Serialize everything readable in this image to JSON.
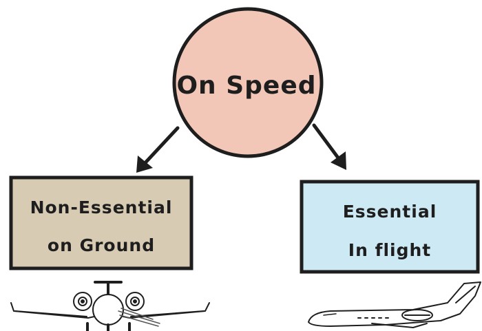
{
  "diagram": {
    "root": {
      "label": "On Speed",
      "fill": "#f2c7b7"
    },
    "left_node": {
      "line1": "Non-Essential",
      "line2": "on Ground",
      "fill": "#d8cbb3",
      "icon": "airplane-front-view-icon"
    },
    "right_node": {
      "line1": "Essential",
      "line2": "In flight",
      "fill": "#cde9f3",
      "icon": "airplane-side-view-icon"
    },
    "ink_color": "#1e1e1e"
  }
}
